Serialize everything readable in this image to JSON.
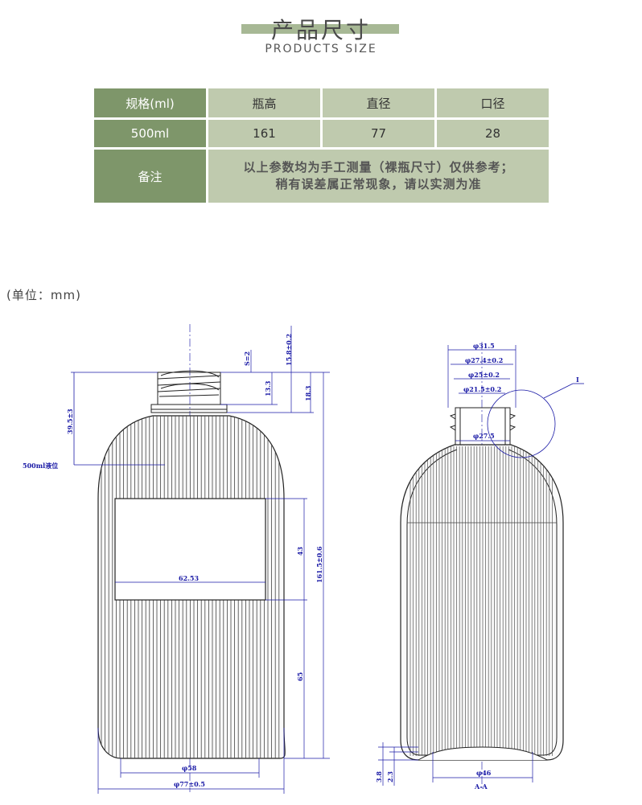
{
  "header": {
    "title": "产品尺寸",
    "subtitle": "PRODUCTS SIZE"
  },
  "spec_table": {
    "row1": {
      "key": "规格(ml)",
      "cols": [
        "瓶高",
        "直径",
        "口径"
      ]
    },
    "row2": {
      "key": "500ml",
      "cols": [
        "161",
        "77",
        "28"
      ]
    },
    "row3": {
      "key": "备注",
      "note_line1": "以上参数均为手工测量（裸瓶尺寸）仅供参考；",
      "note_line2": "稍有误差属正常现象，请以实测为准"
    }
  },
  "unit_label": "(单位：mm)",
  "drawing": {
    "front": {
      "thread_pitch": "S=2",
      "neck_height": "15.8±0.2",
      "thread_height": "13.3",
      "finish_height": "18.3",
      "fill_drop": "39.5±3",
      "fill_line": "500ml液位",
      "label_height": "43",
      "total_height": "161.5±0.6",
      "label_width": "62.53",
      "lower_height": "65",
      "base_diameter": "φ58",
      "body_diameter": "φ77±0.5"
    },
    "section": {
      "d1": "φ31.5",
      "d2": "φ27.4±0.2",
      "d3": "φ25±0.2",
      "d4": "φ21.5±0.2",
      "d5": "φ27.5",
      "detail_mark": "I",
      "base_h1": "3.8",
      "base_h2": "2.3",
      "foot_diameter": "φ46",
      "section_label": "A-A"
    },
    "colors": {
      "dimension": "#1a1aa6",
      "outline": "#222222"
    }
  }
}
